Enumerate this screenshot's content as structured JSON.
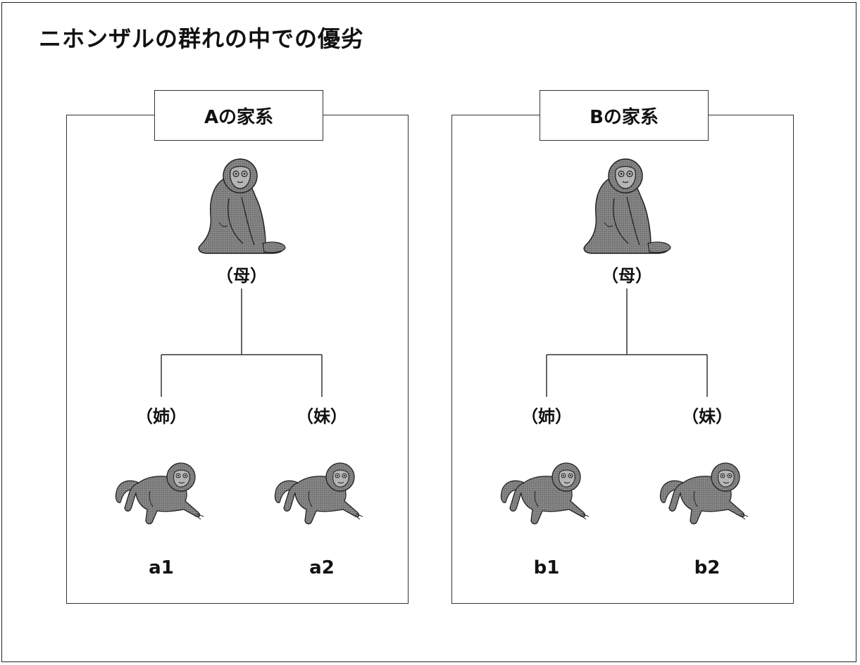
{
  "title": "ニホンザルの群れの中での優劣",
  "families": [
    {
      "label": "Aの家系",
      "mother_label": "（母）",
      "children": [
        {
          "role": "（姉）",
          "id": "a1"
        },
        {
          "role": "（妹）",
          "id": "a2"
        }
      ]
    },
    {
      "label": "Bの家系",
      "mother_label": "（母）",
      "children": [
        {
          "role": "（姉）",
          "id": "b1"
        },
        {
          "role": "（妹）",
          "id": "b2"
        }
      ]
    }
  ],
  "icons": {
    "mother": "adult-monkey-sitting-icon",
    "child": "young-monkey-crawling-icon"
  },
  "colors": {
    "monkey_body": "#7a7a7a",
    "monkey_face": "#b5b5b5",
    "line": "#333333"
  }
}
